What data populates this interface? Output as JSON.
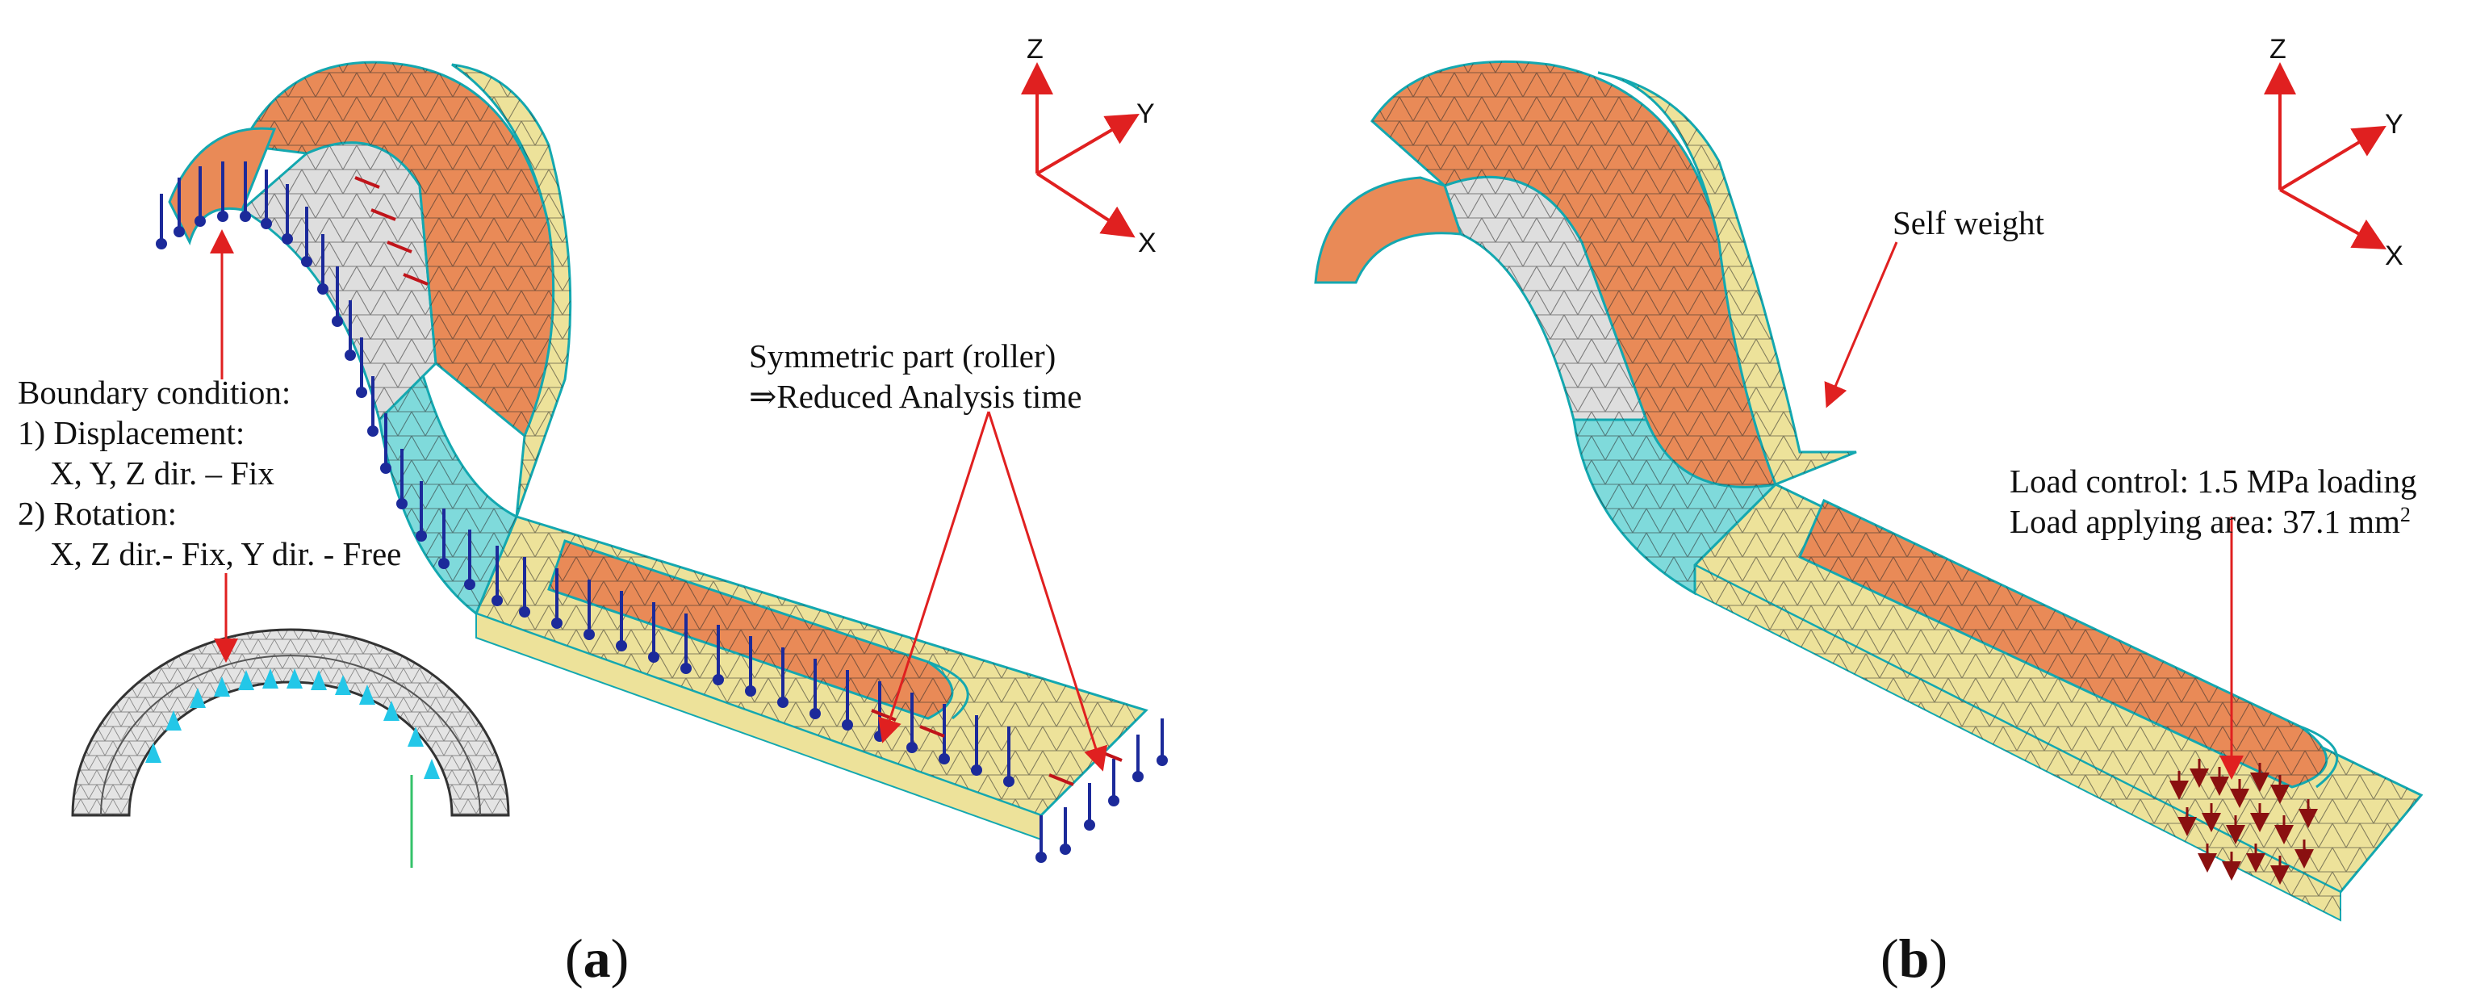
{
  "colors": {
    "orange_surface": "#e98a57",
    "yellow_surface": "#ede29a",
    "cyan_surface": "#7fdadb",
    "grey_surface": "#dedede",
    "mesh_line": "#1f1f1f",
    "edge_line": "#14a8b0",
    "annotation_arrow": "#e02020",
    "axis_arrow": "#e02020",
    "fixed_support": "#1c2a9a",
    "load_arrow": "#8a1010",
    "inset_support": "#23c7e8"
  },
  "icons": [
    "coordinate-axes-icon",
    "support-arrow-icon",
    "load-arrow-icon"
  ],
  "panel_a": {
    "label_open": "(",
    "label_letter": "a",
    "label_close": ")",
    "axes": {
      "z": "Z",
      "y": "Y",
      "x": "X"
    },
    "boundary": {
      "line1": "Boundary condition:",
      "line2": "1) Displacement:",
      "line3": "X, Y, Z dir. – Fix",
      "line4": "2) Rotation:",
      "line5": "X, Z dir.- Fix, Y dir. - Free"
    },
    "symmetric": {
      "line1": "Symmetric part (roller)",
      "line2": "⇒Reduced Analysis time"
    }
  },
  "panel_b": {
    "label_open": "(",
    "label_letter": "b",
    "label_close": ")",
    "axes": {
      "z": "Z",
      "y": "Y",
      "x": "X"
    },
    "self_weight": "Self weight",
    "load_control": "Load control: 1.5 MPa loading",
    "load_area_prefix": "Load applying area: 37.1 mm",
    "load_area_sup": "2"
  }
}
